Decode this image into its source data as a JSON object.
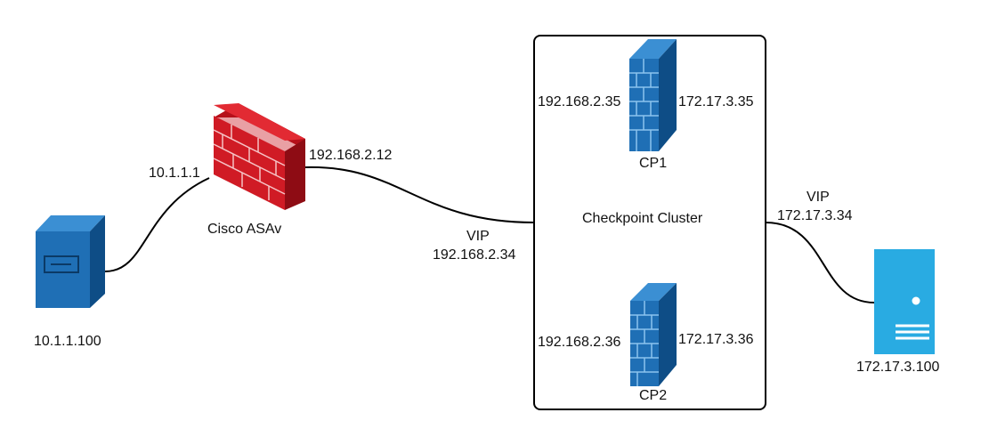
{
  "colors": {
    "red_firewall": "#c8141e",
    "blue_firewall": "#1f6fb5",
    "server_light": "#29abe2",
    "server_dark": "#1b75bc",
    "line": "#000000"
  },
  "nodes": {
    "client": {
      "icon": "server-tower-icon",
      "ip": "10.1.1.100"
    },
    "asa": {
      "icon": "firewall-brick-icon",
      "name": "Cisco ASAv",
      "inside_ip": "10.1.1.1",
      "outside_ip": "192.168.2.12"
    },
    "cluster": {
      "name": "Checkpoint Cluster",
      "vip_label_left": "VIP",
      "vip_left": "192.168.2.34",
      "vip_label_right": "VIP",
      "vip_right": "172.17.3.34",
      "members": [
        {
          "name": "CP1",
          "icon": "firewall-tower-icon",
          "left_ip": "192.168.2.35",
          "right_ip": "172.17.3.35"
        },
        {
          "name": "CP2",
          "icon": "firewall-tower-icon",
          "left_ip": "192.168.2.36",
          "right_ip": "172.17.3.36"
        }
      ]
    },
    "server": {
      "icon": "server-icon",
      "ip": "172.17.3.100"
    }
  }
}
